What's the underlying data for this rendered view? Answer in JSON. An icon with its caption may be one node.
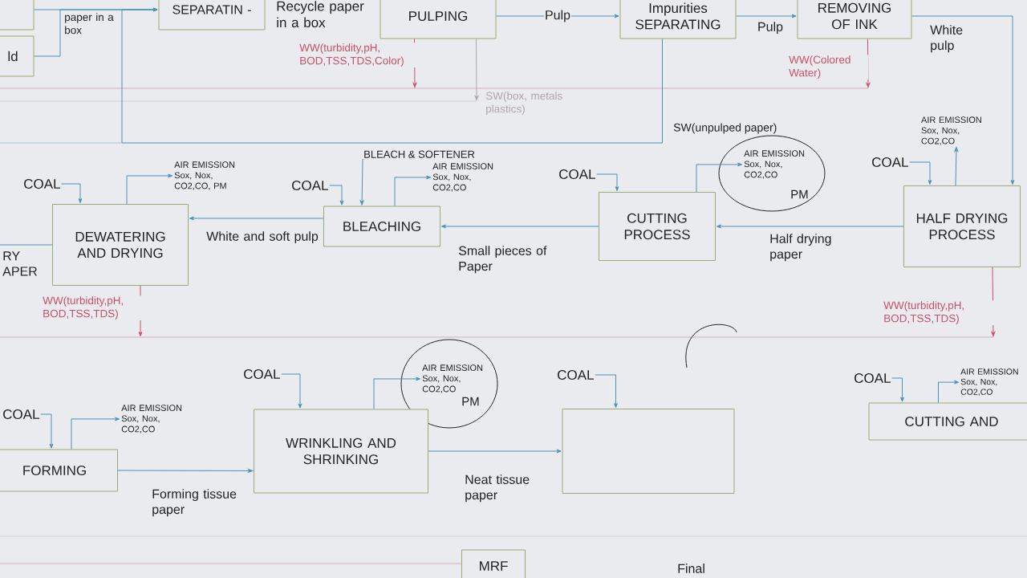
{
  "diagram": {
    "nodes": [
      {
        "text": [],
        "shape": "box"
      },
      {
        "text": [
          "ld"
        ]
      },
      {
        "text": [
          "SEPARATIN -"
        ]
      },
      {
        "text": [
          "PULPING"
        ]
      },
      {
        "text": [
          "Impurities SEPARATING"
        ]
      },
      {
        "text": [
          "REMOVING OF INK"
        ]
      },
      {
        "text": [
          "HALF DRYING PROCESS"
        ]
      },
      {
        "text": [
          "CUTTING PROCESS"
        ]
      },
      {
        "text": [
          "BLEACHING"
        ]
      },
      {
        "text": [
          "DEWATERING AND DRYING"
        ]
      },
      {
        "text": [
          "FORMING"
        ]
      },
      {
        "text": [
          "WRINKLING AND SHRINKING"
        ]
      },
      {
        "text": [],
        "shape": "box"
      },
      {
        "text": [
          "CUTTING AND"
        ]
      },
      {
        "text": [
          "MRF"
        ]
      },
      {
        "text": [
          "COAL"
        ]
      },
      {
        "text": [
          "AIR EMISSION",
          "Sox, Nox, CO2,CO, PM"
        ]
      },
      {
        "text": [
          "COAL"
        ]
      },
      {
        "text": [
          "AIR EMISSION",
          "Sox, Nox, CO2,CO"
        ]
      },
      {
        "text": [
          "BLEACH & SOFTENER"
        ]
      },
      {
        "text": [
          "COAL"
        ]
      },
      {
        "text": [
          "AIR EMISSION",
          "Sox, Nox, CO2,CO"
        ],
        "beside": [
          "PM"
        ]
      },
      {
        "text": [
          "COAL"
        ]
      },
      {
        "text": [
          "AIR EMISSION",
          "Sox, Nox, CO2,CO"
        ]
      },
      {
        "text": [
          "COAL"
        ]
      },
      {
        "text": [
          "AIR EMISSION",
          "Sox, Nox, CO2,CO"
        ]
      },
      {
        "text": [
          "COAL"
        ]
      },
      {
        "text": [
          "AIR EMISSION",
          "Sox, Nox, CO2,CO"
        ],
        "beside": [
          "PM"
        ]
      },
      {
        "text": [
          "COAL"
        ]
      },
      {
        "text": [
          "COAL"
        ]
      },
      {
        "text": [
          "AIR EMISSION",
          "Sox, Nox, CO2,CO"
        ]
      }
    ],
    "edges": [
      {
        "from": 0,
        "to": 2,
        "arrow": "to",
        "label": "paper in a box"
      },
      {
        "from": 1,
        "to": 2,
        "arrow": "to"
      },
      {
        "from": 4,
        "to": 2,
        "arrow": "to",
        "label": "SW(unpulped paper)"
      },
      {
        "from": 3,
        "to": 4,
        "arrow": "to",
        "label": "Pulp"
      },
      {
        "from": 4,
        "to": 5,
        "arrow": "to",
        "label": "Pulp"
      },
      {
        "from": 5,
        "to": 6,
        "arrow": "to",
        "label": "White pulp"
      },
      {
        "from": 6,
        "to": 7,
        "arrow": "to",
        "label": "Half drying paper"
      },
      {
        "from": 7,
        "to": 8,
        "arrow": "to",
        "label": "Small pieces of Paper"
      },
      {
        "from": 8,
        "to": 9,
        "arrow": "to",
        "label": "White and soft pulp"
      },
      {
        "from": 9,
        "to": null,
        "arrow": "none",
        "label": "RY APER"
      },
      {
        "from": 10,
        "to": 11,
        "arrow": "to",
        "label": "Forming tissue paper"
      },
      {
        "from": 11,
        "to": 12,
        "arrow": "to",
        "label": "Neat tissue paper"
      },
      {
        "from": 19,
        "to": 8,
        "arrow": "to"
      },
      {
        "from": 15,
        "to": 9,
        "arrow": "to"
      },
      {
        "from": 17,
        "to": 8,
        "arrow": "to"
      },
      {
        "from": 20,
        "to": 7,
        "arrow": "to"
      },
      {
        "from": 22,
        "to": 6,
        "arrow": "to"
      },
      {
        "from": 24,
        "to": 10,
        "arrow": "to"
      },
      {
        "from": 26,
        "to": 11,
        "arrow": "to"
      },
      {
        "from": 28,
        "to": 12,
        "arrow": "to"
      },
      {
        "from": 29,
        "to": 13,
        "arrow": "to"
      },
      {
        "from": 9,
        "to": 16,
        "arrow": "to"
      },
      {
        "from": 8,
        "to": 18,
        "arrow": "to"
      },
      {
        "from": 7,
        "to": 21,
        "arrow": "to"
      },
      {
        "from": 6,
        "to": 23,
        "arrow": "to"
      },
      {
        "from": 10,
        "to": 25,
        "arrow": "to"
      },
      {
        "from": 11,
        "to": 27,
        "arrow": "to"
      },
      {
        "from": 13,
        "to": 30,
        "arrow": "to"
      },
      {
        "from": 3,
        "to": null,
        "arrow": "to",
        "label": "WW(turbidity,pH, BOD,TSS,TDS,Color)",
        "color": "#c9506a"
      },
      {
        "from": 3,
        "to": null,
        "arrow": "to",
        "label": "SW(box, metals plastics)",
        "color": "#b0a4ae"
      },
      {
        "from": 5,
        "to": null,
        "arrow": "to",
        "label": "WW(Colored Water)",
        "color": "#c9506a"
      },
      {
        "from": 9,
        "to": null,
        "arrow": "to",
        "label": "WW(turbidity,pH, BOD,TSS,TDS)",
        "color": "#c9506a"
      },
      {
        "from": 6,
        "to": null,
        "arrow": "to",
        "label": "WW(turbidity,pH, BOD,TSS,TDS)",
        "color": "#c9506a"
      }
    ],
    "labels": [
      "Recycle paper in a box",
      "Final"
    ]
  }
}
